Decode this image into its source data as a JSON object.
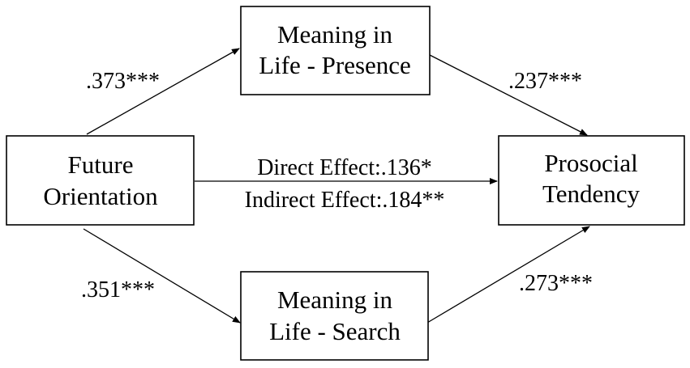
{
  "nodes": {
    "future_orientation": {
      "line1": "Future",
      "line2": "Orientation"
    },
    "meaning_presence": {
      "line1": "Meaning in",
      "line2": "Life - Presence"
    },
    "meaning_search": {
      "line1": "Meaning in",
      "line2": "Life - Search"
    },
    "prosocial_tendency": {
      "line1": "Prosocial",
      "line2": "Tendency"
    }
  },
  "paths": {
    "fo_to_presence": ".373***",
    "presence_to_pt": ".237***",
    "fo_to_search": ".351***",
    "search_to_pt": ".273***",
    "direct_effect": "Direct Effect:.136*",
    "indirect_effect": "Indirect Effect:.184**"
  }
}
